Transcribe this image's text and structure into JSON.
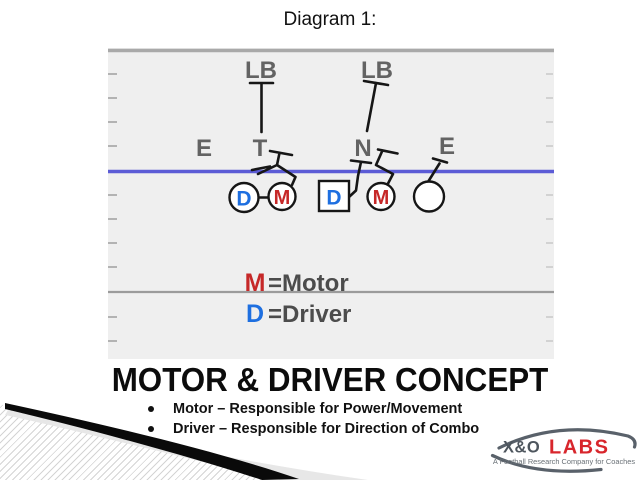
{
  "slide_title": "Diagram 1:",
  "diagram": {
    "position_labels": {
      "lb_left": "LB",
      "lb_right": "LB",
      "end_left": "E",
      "tackle": "T",
      "nose": "N",
      "end_right": "E"
    },
    "players": {
      "d1": "D",
      "m1": "M",
      "d2": "D",
      "m2": "M"
    },
    "legend": {
      "motor_symbol": "M",
      "motor_label": "=Motor",
      "driver_symbol": "D",
      "driver_label": "=Driver"
    }
  },
  "concept": {
    "title": "MOTOR & DRIVER CONCEPT",
    "bullets": [
      {
        "text": "Motor – Responsible for Power/Movement"
      },
      {
        "text": "Driver – Responsible for Direction of Combo"
      }
    ]
  },
  "logo": {
    "name_gray": "X&O",
    "name_red": "LABS",
    "tagline": "A Football Research Company for Coaches"
  },
  "colors": {
    "line_of_scrimmage_blue": "#5c5cd6",
    "motor_red": "#c62828",
    "driver_blue": "#1e6fe0",
    "label_gray": "#636363",
    "field_background": "#efefef",
    "logo_red": "#d8262c",
    "logo_gray": "#4e565e"
  }
}
